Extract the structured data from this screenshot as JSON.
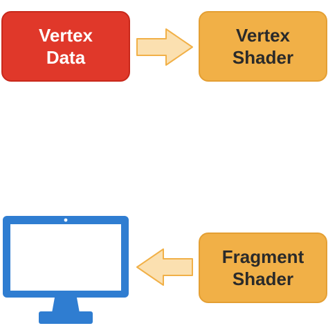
{
  "diagram": {
    "nodes": {
      "vertex_data": "Vertex\nData",
      "vertex_shader": "Vertex\nShader",
      "fragment_shader": "Fragment\nShader"
    },
    "icons": {
      "display": "monitor-icon",
      "arrow_right": "arrow-right-icon",
      "arrow_left": "arrow-left-icon"
    },
    "colors": {
      "vertex_data_fill": "#e0382a",
      "shader_fill": "#f1b047",
      "arrow_fill": "#fbe0b0",
      "arrow_stroke": "#f1b047",
      "monitor": "#2f7dd1"
    }
  }
}
